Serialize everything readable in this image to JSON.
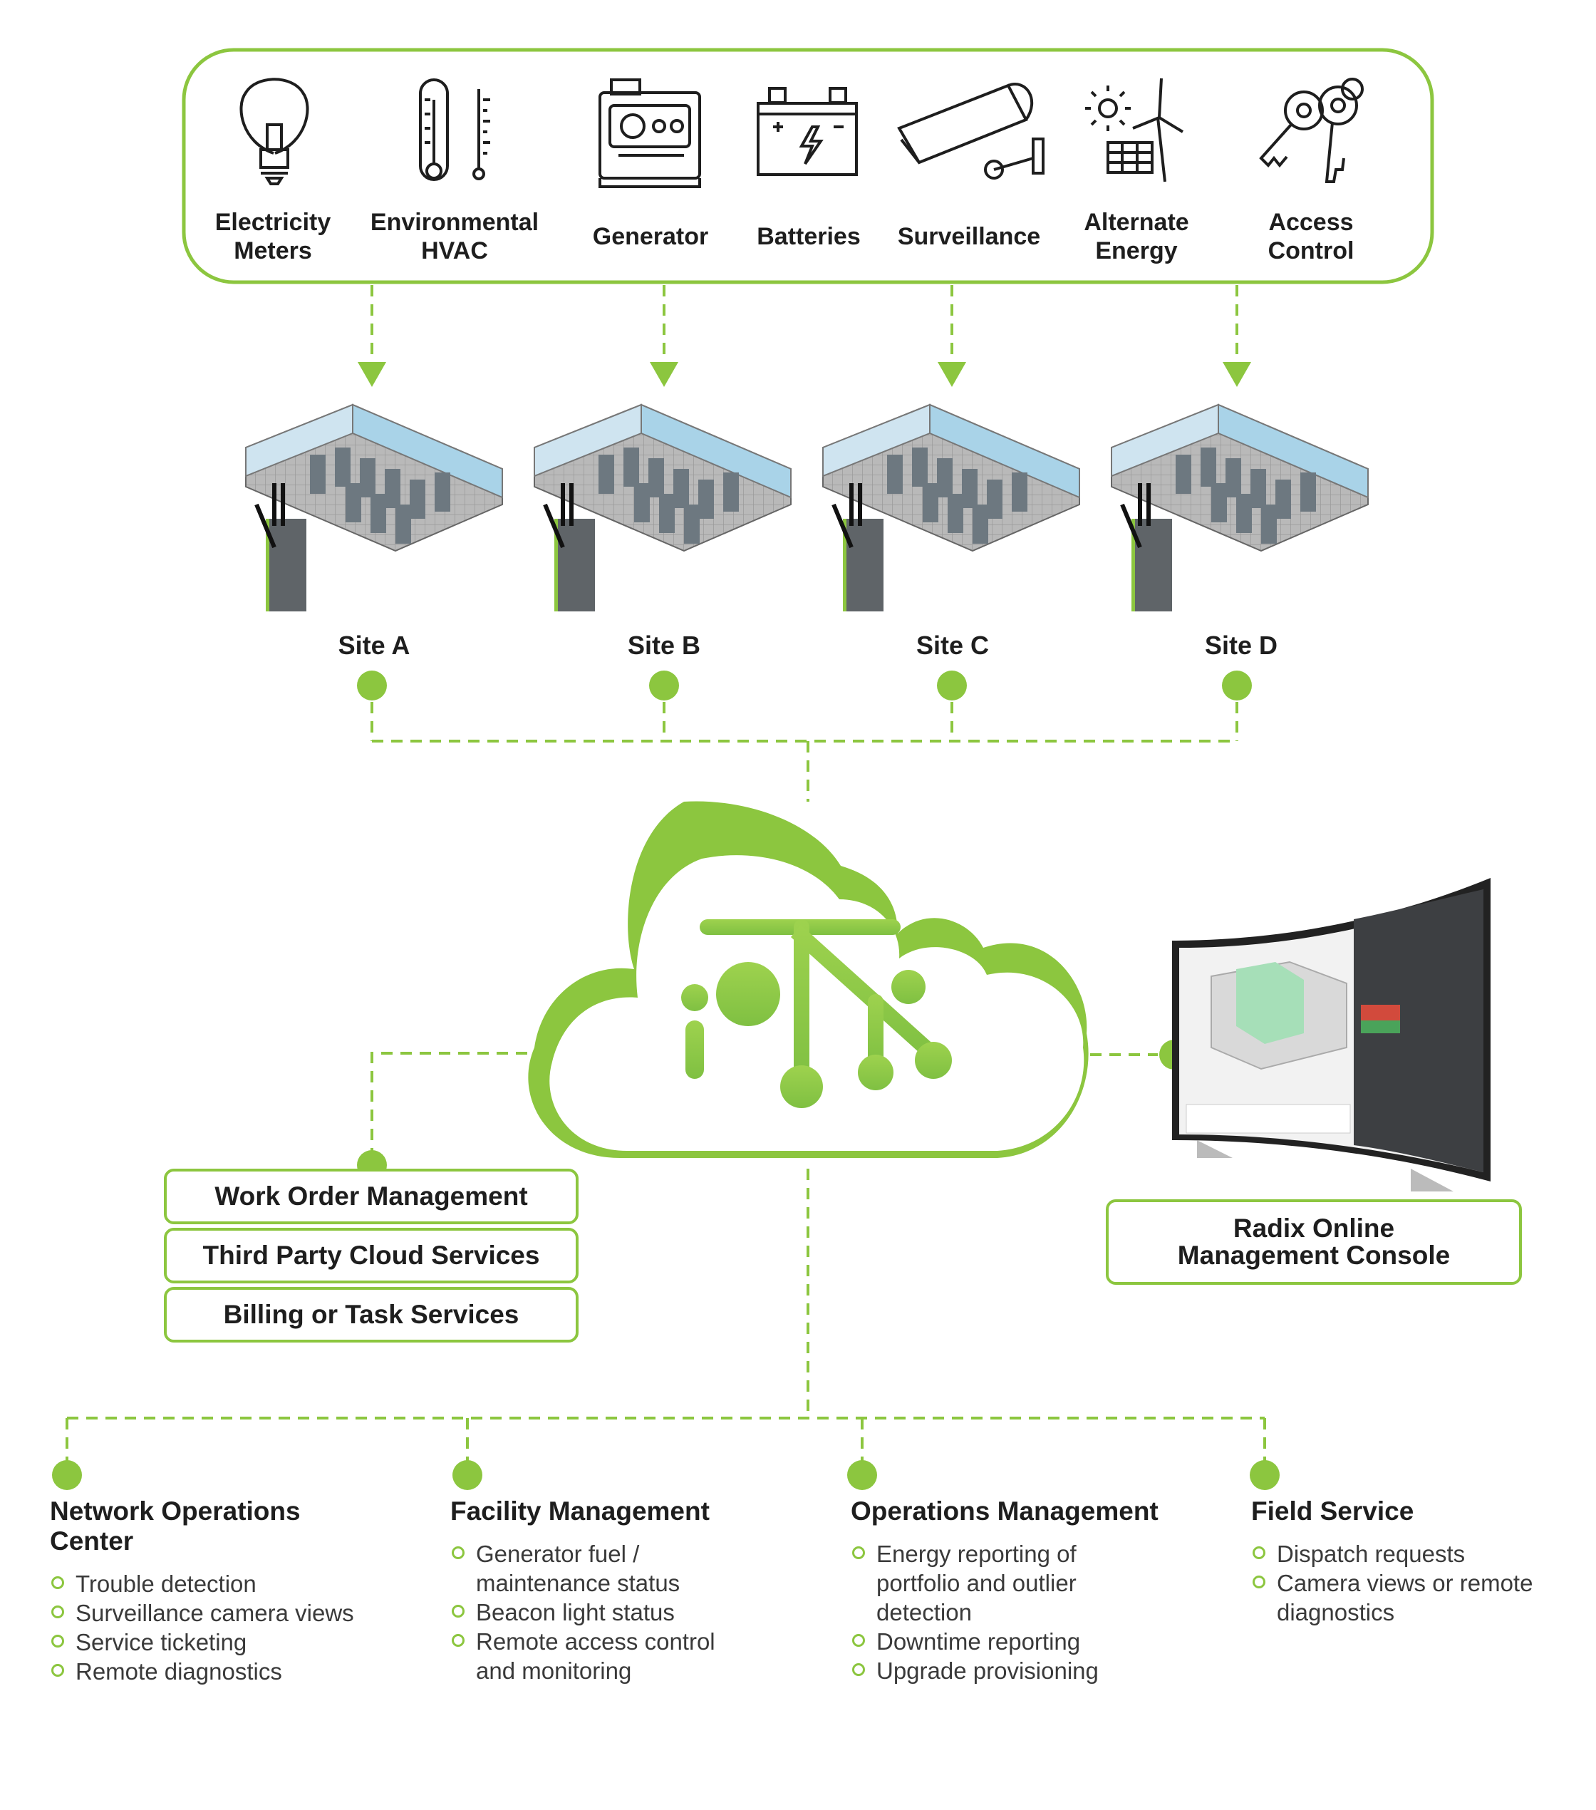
{
  "colors": {
    "accent": "#8cc63f",
    "text": "#1e1e1e",
    "secondary_text": "#3a3a3a"
  },
  "devices": [
    {
      "icon": "lightbulb-icon",
      "label": "Electricity\nMeters"
    },
    {
      "icon": "thermometer-icon",
      "label": "Environmental\nHVAC"
    },
    {
      "icon": "generator-icon",
      "label": "Generator"
    },
    {
      "icon": "battery-icon",
      "label": "Batteries"
    },
    {
      "icon": "surveillance-camera-icon",
      "label": "Surveillance"
    },
    {
      "icon": "wind-solar-icon",
      "label": "Alternate\nEnergy"
    },
    {
      "icon": "keys-icon",
      "label": "Access\nControl"
    }
  ],
  "sites": [
    "Site A",
    "Site B",
    "Site C",
    "Site D"
  ],
  "services": [
    "Work Order Management",
    "Third Party Cloud Services",
    "Billing or Task Services"
  ],
  "console": {
    "line1": "Radix Online",
    "line2": "Management Console"
  },
  "columns": [
    {
      "title": "Network Operations\nCenter",
      "items": [
        "Trouble detection",
        "Surveillance camera views",
        "Service ticketing",
        "Remote diagnostics"
      ]
    },
    {
      "title": "Facility Management",
      "items": [
        "Generator fuel /\nmaintenance status",
        "Beacon light status",
        "Remote access control\nand monitoring"
      ]
    },
    {
      "title": "Operations Management",
      "items": [
        "Energy reporting of\nportfolio and outlier\ndetection",
        "Downtime reporting",
        "Upgrade provisioning"
      ]
    },
    {
      "title": "Field Service",
      "items": [
        "Dispatch requests",
        "Camera views or remote\ndiagnostics"
      ]
    }
  ]
}
